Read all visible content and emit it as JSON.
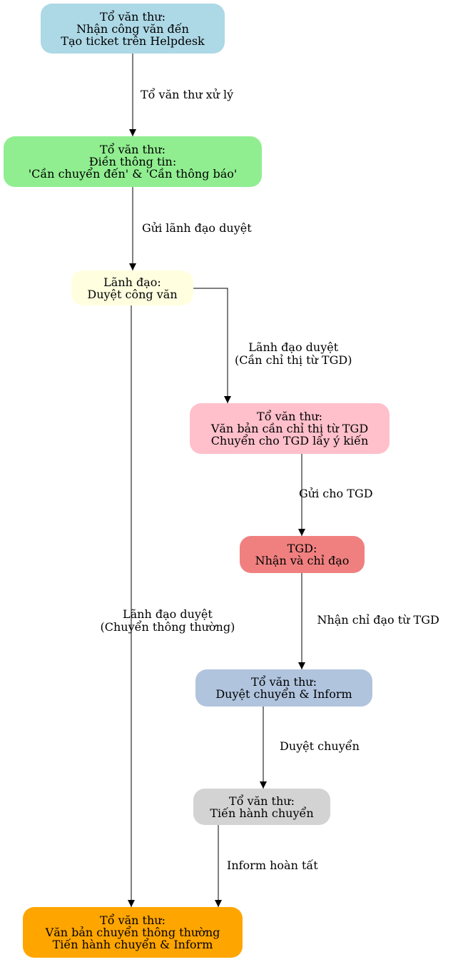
{
  "nodes": {
    "receive": {
      "lines": [
        "Tổ văn thư:",
        "Nhận công văn đến",
        "Tạo ticket trên Helpdesk"
      ],
      "color": "#add8e6"
    },
    "fill_info": {
      "lines": [
        "Tổ văn thư:",
        "Điền thông tin:",
        "'Cần chuyển đến' & 'Cần thông báo'"
      ],
      "color": "#90ee90"
    },
    "leader": {
      "lines": [
        "Lãnh đạo:",
        "Duyệt công văn"
      ],
      "color": "#ffffe0"
    },
    "need_tgd": {
      "lines": [
        "Tổ văn thư:",
        "Văn bản cần chỉ thị từ TGD",
        "Chuyển cho TGD lấy ý kiến"
      ],
      "color": "#ffc0cb"
    },
    "tgd": {
      "lines": [
        "TGD:",
        "Nhận và chỉ đạo"
      ],
      "color": "#f08080"
    },
    "approve_inform": {
      "lines": [
        "Tổ văn thư:",
        "Duyệt chuyển & Inform"
      ],
      "color": "#b0c4de"
    },
    "transfer": {
      "lines": [
        "Tổ văn thư:",
        "Tiến hành chuyển"
      ],
      "color": "#d3d3d3"
    },
    "normal": {
      "lines": [
        "Tổ văn thư:",
        "Văn bản chuyển thông thường",
        "Tiến hành chuyển & Inform"
      ],
      "color": "#ffa500"
    }
  },
  "edges": {
    "receive_to_fill": {
      "lines": [
        "Tổ văn thư xử lý"
      ]
    },
    "fill_to_leader": {
      "lines": [
        "Gửi lãnh đạo duyệt"
      ]
    },
    "leader_to_need_tgd": {
      "lines": [
        "Lãnh đạo duyệt",
        "(Cần chỉ thị từ TGD)"
      ]
    },
    "need_tgd_to_tgd": {
      "lines": [
        "Gửi cho TGD"
      ]
    },
    "tgd_to_approve": {
      "lines": [
        "Nhận chỉ đạo từ TGD"
      ]
    },
    "approve_to_transfer": {
      "lines": [
        "Duyệt chuyển"
      ]
    },
    "transfer_to_normal": {
      "lines": [
        "Inform hoàn tất"
      ]
    },
    "leader_to_normal": {
      "lines": [
        "Lãnh đạo duyệt",
        "(Chuyển thông thường)"
      ]
    }
  }
}
